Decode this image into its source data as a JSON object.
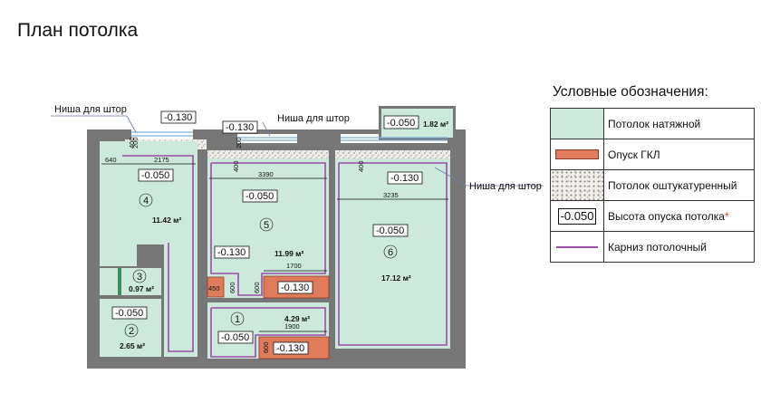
{
  "title": "План потолка",
  "legend": {
    "heading": "Условные обозначения:",
    "items": [
      {
        "label": "Потолок натяжной",
        "swatch": "stretch-ceiling"
      },
      {
        "label": "Опуск ГКЛ",
        "swatch": "gkl-drop"
      },
      {
        "label": "Потолок оштукатуренный",
        "swatch": "plastered-ceiling"
      },
      {
        "label": "Высота опуска потолка",
        "swatch_text": "-0.050",
        "note_mark": "*"
      },
      {
        "label": "Карниз потолочный",
        "swatch": "ceiling-cornice"
      }
    ]
  },
  "colors": {
    "wall": "#757575",
    "stretch": "#cde9dc",
    "gkl": "#e07c5c",
    "cornice": "#9b4fa6",
    "plaster": "#efebe6",
    "window": "#7fb0d8"
  },
  "plan": {
    "niche_labels": [
      "Ниша для штор",
      "Ниша для штор",
      "Ниша для штор"
    ],
    "rooms": [
      {
        "number": "1",
        "area": "4.29 м²"
      },
      {
        "number": "2",
        "area": "2.65 м²"
      },
      {
        "number": "3",
        "area": "0.97 м²"
      },
      {
        "number": "4",
        "area": "11.42 м²"
      },
      {
        "number": "5",
        "area": "11.99 м²"
      },
      {
        "number": "6",
        "area": "17.12 м²"
      }
    ],
    "balcony_area": "1.82 м²",
    "levels": {
      "top_niche4": "-0.130",
      "top_niche5": "-0.130",
      "balcony": "-0.050",
      "room4": "-0.050",
      "room5": "-0.050",
      "room5_left": "-0.130",
      "room5_bottom": "-0.130",
      "room6_top": "-0.130",
      "room6": "-0.050",
      "room2": "-0.050",
      "room1": "-0.050",
      "room1_bottom": "-0.130"
    },
    "dims": {
      "d640": "640",
      "d2175": "2175",
      "d3390": "3390",
      "d3235": "3235",
      "d1700": "1700",
      "d1900": "1900",
      "d450": "450",
      "d600a": "600",
      "d600b": "600",
      "d600c": "600",
      "d400a": "400",
      "d200": "200",
      "d400b": "400",
      "d200b": "200",
      "d400c": "400"
    }
  }
}
